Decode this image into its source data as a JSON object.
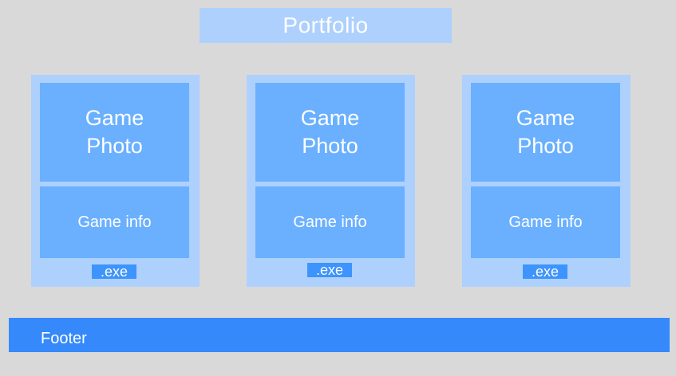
{
  "header": {
    "title": "Portfolio"
  },
  "cards": [
    {
      "photo": "Game\nPhoto",
      "info": "Game info",
      "download": ".exe"
    },
    {
      "photo": "Game\nPhoto",
      "info": "Game info",
      "download": ".exe"
    },
    {
      "photo": "Game\nPhoto",
      "info": "Game info",
      "download": ".exe"
    }
  ],
  "footer": {
    "label": "Footer"
  },
  "colors": {
    "background": "#d9d9d9",
    "light_blue": "#aed0fd",
    "medium_blue": "#6ab0fe",
    "accent_blue": "#3d94fc",
    "footer_blue": "#3589fa"
  }
}
